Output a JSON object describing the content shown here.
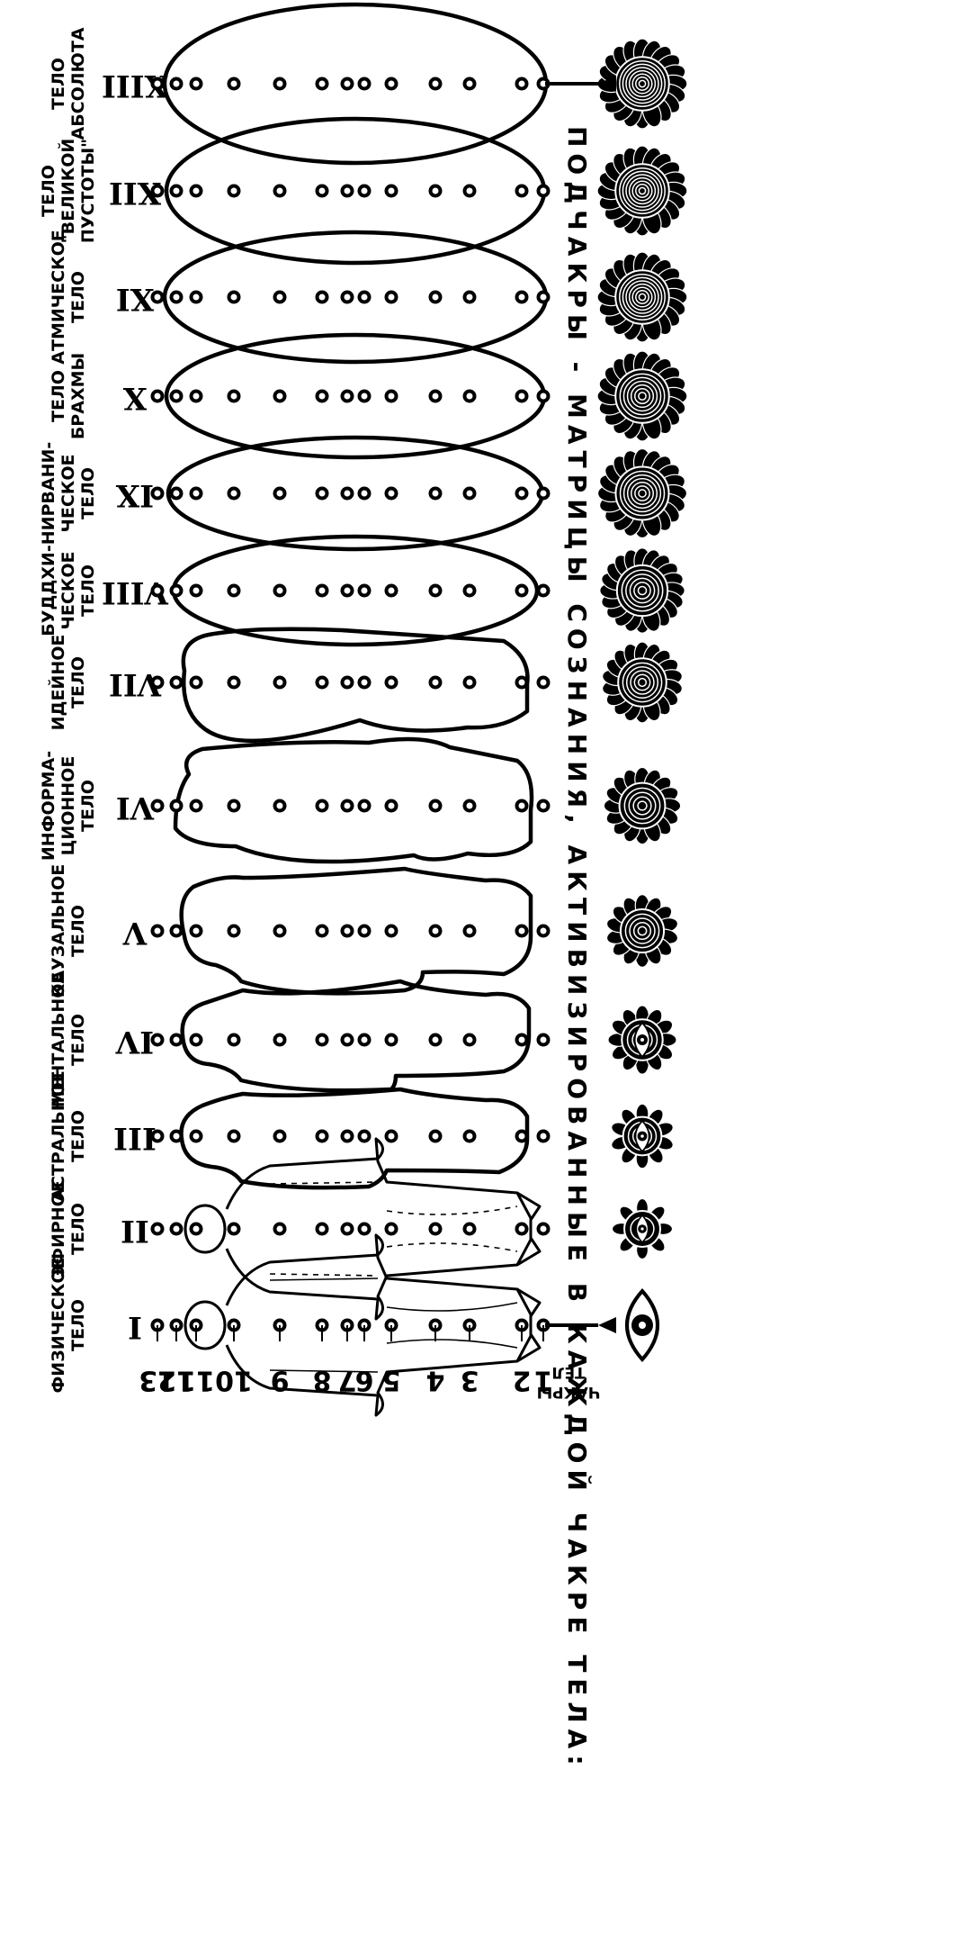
{
  "caption": "ПОДЧАКРЫ - МАТРИЦЫ СОЗНАНИЯ, АКТИВИЗИРОВАННЫЕ В КАЖДОЙ ЧАКРЕ ТЕЛА:",
  "chakra_label": "ЧАКРЫ\nТЕЛ",
  "chakra_numbers": [
    "13",
    "12",
    "11",
    "10",
    "9",
    "8",
    "7",
    "6",
    "5",
    "4",
    "3",
    "2",
    "1"
  ],
  "bodies": [
    {
      "numeral": "I",
      "name": "ФИЗИЧЕСКОЕ\nТЕЛО"
    },
    {
      "numeral": "II",
      "name": "ЭФИРНОЕ\nТЕЛО"
    },
    {
      "numeral": "III",
      "name": "АСТРАЛЬНОЕ\nТЕЛО"
    },
    {
      "numeral": "IV",
      "name": "МЕНТАЛЬНОЕ\nТЕЛО"
    },
    {
      "numeral": "V",
      "name": "КАУЗАЛЬНОЕ\nТЕЛО"
    },
    {
      "numeral": "VI",
      "name": "ИНФОРМА-\nЦИОННОЕ\nТЕЛО"
    },
    {
      "numeral": "VII",
      "name": "ИДЕЙНОЕ\nТЕЛО"
    },
    {
      "numeral": "VIII",
      "name": "БУДДХИ-\nЧЕСКОЕ\nТЕЛО"
    },
    {
      "numeral": "IX",
      "name": "НИРВАНИ-\nЧЕСКОЕ\nТЕЛО"
    },
    {
      "numeral": "X",
      "name": "ТЕЛО\nБРАХМЫ"
    },
    {
      "numeral": "XI",
      "name": "АТМИЧЕСКОЕ\nТЕЛО"
    },
    {
      "numeral": "XII",
      "name": "ТЕЛО\n\"ВЕЛИКОЙ\nПУСТОТЫ\""
    },
    {
      "numeral": "XIII",
      "name": "ТЕЛО\nАБСОЛЮТА"
    }
  ]
}
